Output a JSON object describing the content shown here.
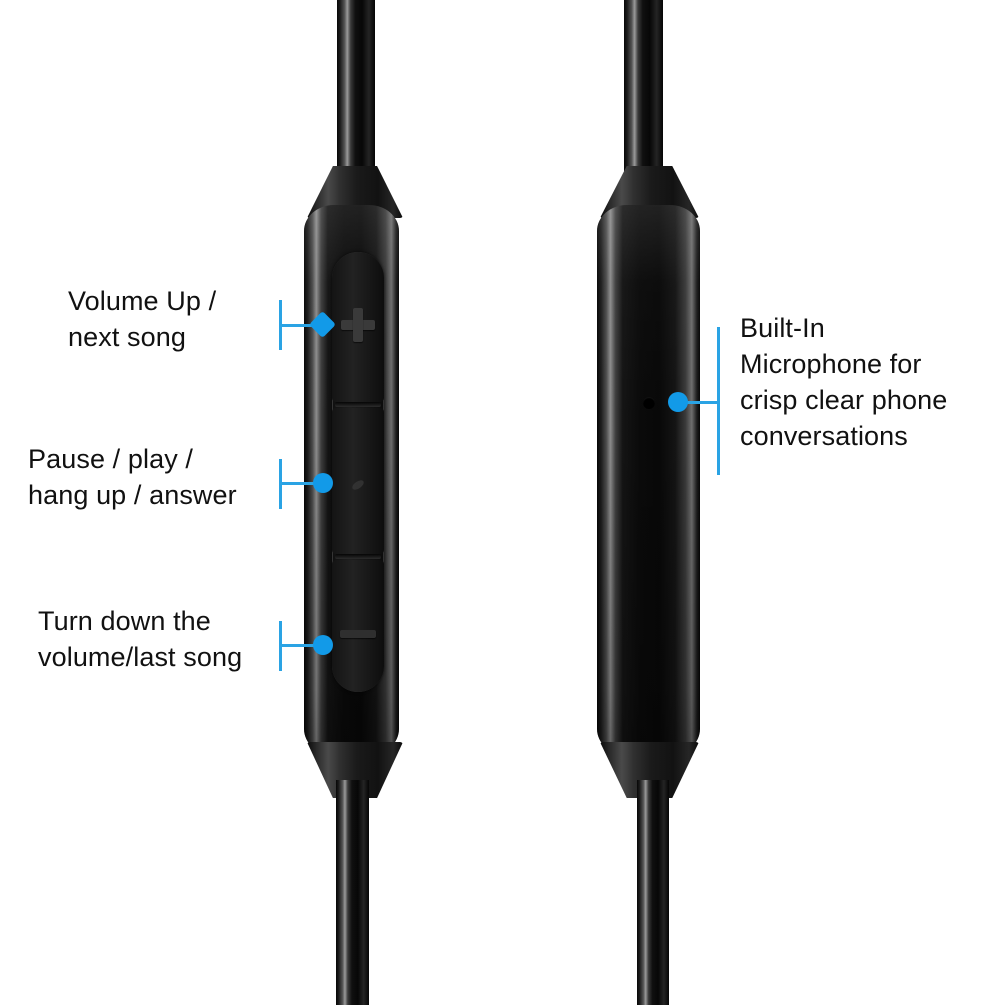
{
  "diagram": {
    "title": "Earphone in-line control module callout diagram",
    "background_color": "#ffffff",
    "accent_color": "#129ae8",
    "device_color": "#0a0a0a"
  },
  "callouts": [
    {
      "id": "volume-up",
      "text": "Volume Up /\nnext song",
      "marker": "diamond",
      "side": "left",
      "target": "plus-button"
    },
    {
      "id": "multifunction",
      "text": "Pause / play /\nhang up / answer",
      "marker": "circle",
      "side": "left",
      "target": "middle-button"
    },
    {
      "id": "volume-down",
      "text": "Turn down the\nvolume/last song",
      "marker": "circle",
      "side": "left",
      "target": "minus-button"
    },
    {
      "id": "microphone",
      "text": "Built-In\nMicrophone for\ncrisp clear phone\nconversations",
      "marker": "circle",
      "side": "right",
      "target": "mic-pinhole"
    }
  ],
  "device": {
    "left_module": {
      "name": "remote control module",
      "buttons": [
        {
          "id": "plus-button",
          "glyph": "+",
          "function": "volume up / next song"
        },
        {
          "id": "middle-button",
          "glyph": "",
          "function": "pause / play / hang up / answer"
        },
        {
          "id": "minus-button",
          "glyph": "−",
          "function": "volume down / last song"
        }
      ]
    },
    "right_module": {
      "name": "microphone module",
      "features": [
        {
          "id": "mic-pinhole",
          "glyph": "•",
          "function": "built-in microphone"
        }
      ]
    }
  }
}
